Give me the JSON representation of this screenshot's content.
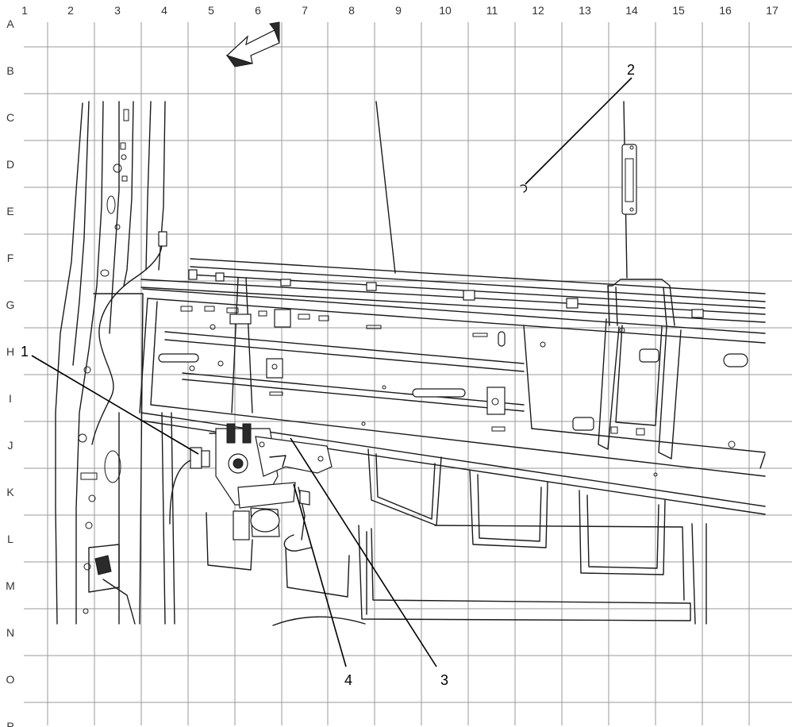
{
  "grid": {
    "columns": [
      "1",
      "2",
      "3",
      "4",
      "5",
      "6",
      "7",
      "8",
      "9",
      "10",
      "11",
      "12",
      "13",
      "14",
      "15",
      "16",
      "17"
    ],
    "rows": [
      "A",
      "B",
      "C",
      "D",
      "E",
      "F",
      "G",
      "H",
      "I",
      "J",
      "K",
      "L",
      "M",
      "N",
      "O",
      "P"
    ]
  },
  "callouts": [
    {
      "id": "1",
      "label": "1"
    },
    {
      "id": "2",
      "label": "2"
    },
    {
      "id": "3",
      "label": "3"
    },
    {
      "id": "4",
      "label": "4"
    }
  ],
  "icons": {
    "front_arrow": "direction-arrow-icon"
  },
  "colors": {
    "grid": "#9a9a9a",
    "ink": "#1a1a1a",
    "background": "#ffffff"
  }
}
